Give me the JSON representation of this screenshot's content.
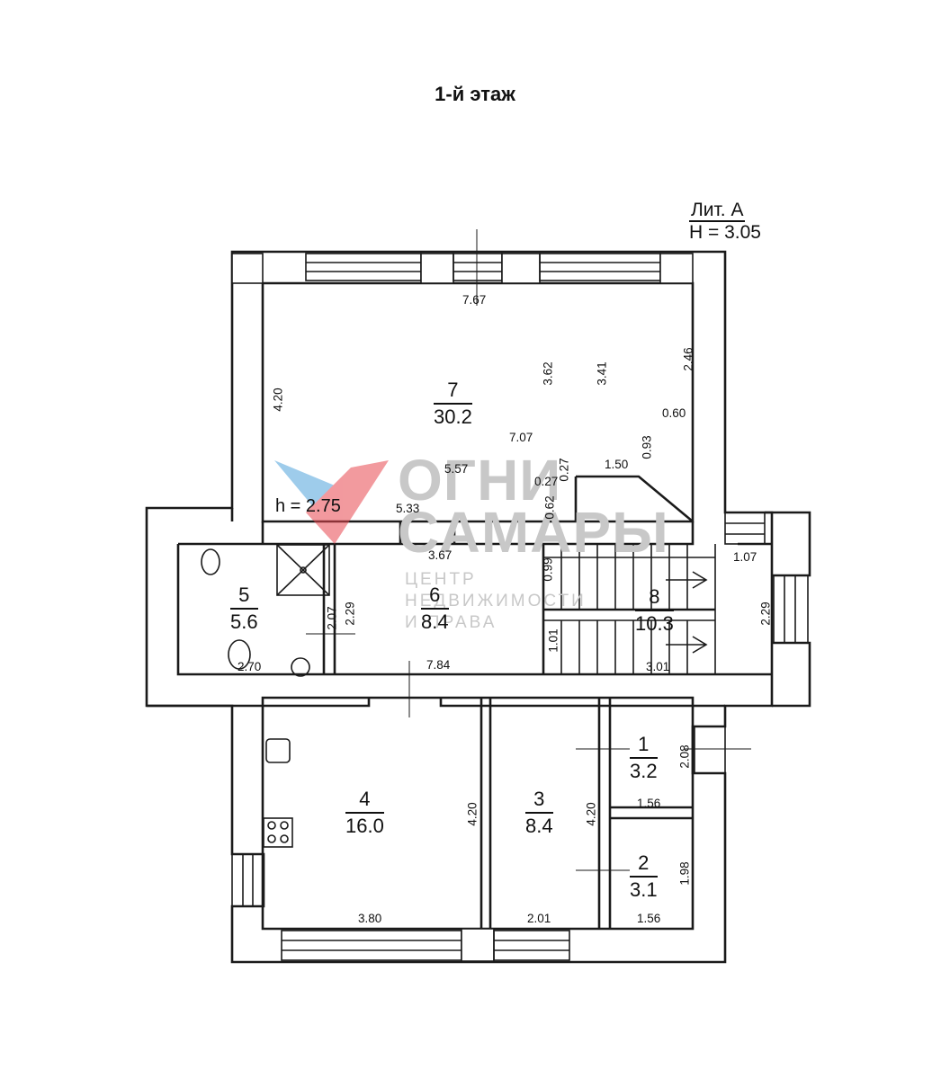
{
  "plan": {
    "floor_title": "1-й этаж",
    "building": {
      "lit": "Лит. А",
      "height": "H = 3.05"
    },
    "ceiling_note": "h = 2.75",
    "rooms": [
      {
        "num": "7",
        "area": "30.2"
      },
      {
        "num": "5",
        "area": "5.6"
      },
      {
        "num": "6",
        "area": "8.4"
      },
      {
        "num": "8",
        "area": "10.3"
      },
      {
        "num": "4",
        "area": "16.0"
      },
      {
        "num": "3",
        "area": "8.4"
      },
      {
        "num": "1",
        "area": "3.2"
      },
      {
        "num": "2",
        "area": "3.1"
      }
    ],
    "dimensions": {
      "d_767": "7.67",
      "d_420_r7": "4.20",
      "d_362": "3.62",
      "d_341": "3.41",
      "d_246": "2.46",
      "d_060": "0.60",
      "d_707": "7.07",
      "d_093": "0.93",
      "d_557": "5.57",
      "d_150": "1.50",
      "d_027a": "0.27",
      "d_027b": "0.27",
      "d_062": "0.62",
      "d_533": "5.33",
      "d_367": "3.67",
      "d_099": "0.99",
      "d_107": "1.07",
      "d_207": "2.07",
      "d_229a": "2.29",
      "d_229b": "2.29",
      "d_101": "1.01",
      "d_270": "2.70",
      "d_784": "7.84",
      "d_301": "3.01",
      "d_208": "2.08",
      "d_420_r4": "4.20",
      "d_420_r3": "4.20",
      "d_156a": "1.56",
      "d_198": "1.98",
      "d_380": "3.80",
      "d_201": "2.01",
      "d_156b": "1.56"
    }
  },
  "watermark": {
    "line1": "ОГНИ",
    "line2": "САМАРЫ",
    "sub1": "ЦЕНТР",
    "sub2": "НЕДВИЖИМОСТИ",
    "sub3": "И ПРАВА",
    "color": "#c8c8c8",
    "logo_colors": [
      "#e8474f",
      "#4fa3dc"
    ]
  }
}
